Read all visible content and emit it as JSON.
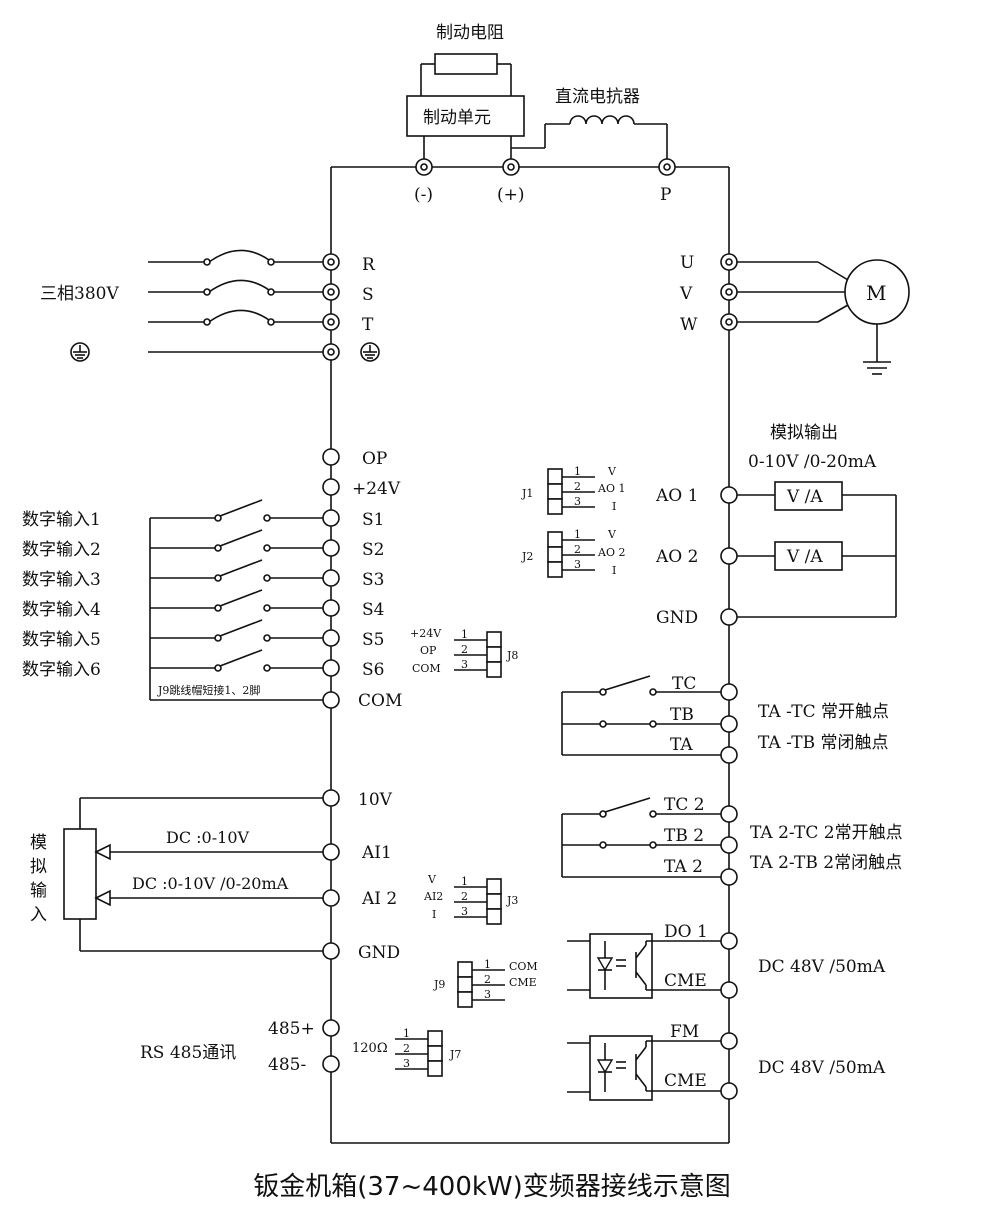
{
  "title": "钣金机箱(37~400kW)变频器接线示意图",
  "top": {
    "brake_resistor": "制动电阻",
    "brake_unit": "制动单元",
    "dc_reactor": "直流电抗器",
    "terminal_minus": "(-)",
    "terminal_plus": "(+)",
    "terminal_p": "P"
  },
  "power_input": {
    "source_label": "三相380V",
    "terminals": [
      "R",
      "S",
      "T"
    ]
  },
  "motor": {
    "terminals": [
      "U",
      "V",
      "W"
    ],
    "symbol": "M"
  },
  "control": {
    "op": "OP",
    "v24": "+24V",
    "com": "COM",
    "digital_inputs": [
      {
        "label": "数字输入1",
        "terminal": "S1"
      },
      {
        "label": "数字输入2",
        "terminal": "S2"
      },
      {
        "label": "数字输入3",
        "terminal": "S3"
      },
      {
        "label": "数字输入4",
        "terminal": "S4"
      },
      {
        "label": "数字输入5",
        "terminal": "S5"
      },
      {
        "label": "数字输入6",
        "terminal": "S6"
      }
    ],
    "j9_note": "J9跳线帽短接1、2脚"
  },
  "analog_input": {
    "side_label": [
      "模",
      "拟",
      "输",
      "入"
    ],
    "v10": "10V",
    "ai1": "AI1",
    "ai2": "AI 2",
    "gnd": "GND",
    "ai1_range": "DC :0-10V",
    "ai2_range": "DC :0-10V /0-20mA"
  },
  "rs485": {
    "label": "RS 485通讯",
    "plus": "485+",
    "minus": "485-",
    "res": "120Ω"
  },
  "analog_output": {
    "title": "模拟输出",
    "range": "0-10V /0-20mA",
    "ao1": "AO 1",
    "ao2": "AO 2",
    "gnd": "GND",
    "meter": "V /A"
  },
  "relay1": {
    "tc": "TC",
    "tb": "TB",
    "ta": "TA",
    "desc1": "TA -TC 常开触点",
    "desc2": "TA -TB 常闭触点"
  },
  "relay2": {
    "tc": "TC 2",
    "tb": "TB 2",
    "ta": "TA 2",
    "desc1": "TA 2-TC 2常开触点",
    "desc2": "TA 2-TB 2常闭触点"
  },
  "outputs": {
    "do1": "DO 1",
    "cme": "CME",
    "fm": "FM",
    "spec": "DC 48V /50mA"
  },
  "jumpers": {
    "j1": {
      "name": "J1",
      "pins": [
        "1",
        "2",
        "3"
      ],
      "sig": [
        "V",
        "AO  1",
        "I"
      ]
    },
    "j2": {
      "name": "J2",
      "pins": [
        "1",
        "2",
        "3"
      ],
      "sig": [
        "V",
        "AO  2",
        "I"
      ]
    },
    "j8": {
      "name": "J8",
      "pins": [
        "1",
        "2",
        "3"
      ],
      "sig": [
        "+24V",
        "OP",
        "COM"
      ]
    },
    "j3": {
      "name": "J3",
      "pins": [
        "1",
        "2",
        "3"
      ],
      "sig": [
        "V",
        "AI2",
        "I"
      ]
    },
    "j9": {
      "name": "J9",
      "pins": [
        "1",
        "2",
        "3"
      ],
      "sig": [
        "COM",
        "CME"
      ]
    },
    "j7": {
      "name": "J7",
      "pins": [
        "1",
        "2",
        "3"
      ]
    }
  }
}
